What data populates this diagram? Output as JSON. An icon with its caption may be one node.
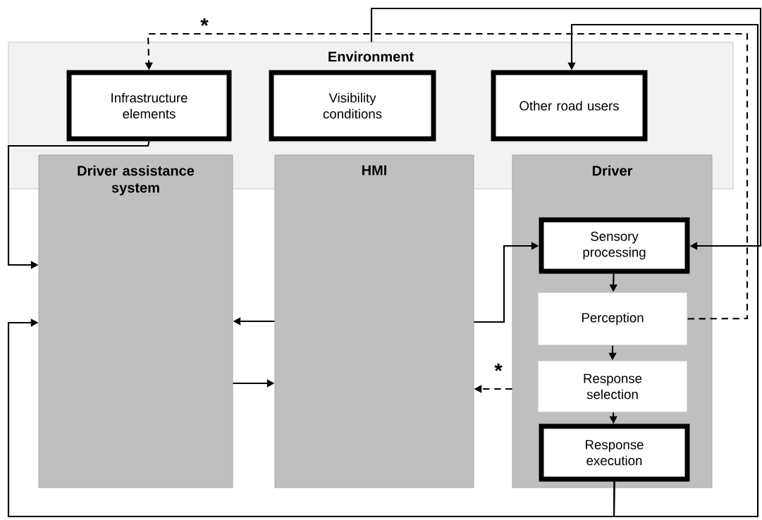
{
  "diagram": {
    "nodes": [
      {
        "text": [
          "Environment"
        ]
      },
      {
        "text": [
          "Infrastructure elements"
        ],
        "in": 0
      },
      {
        "text": [
          "Visibility conditions"
        ],
        "in": 0
      },
      {
        "text": [
          "Other road users"
        ],
        "in": 0
      },
      {
        "text": [
          "Driver assistance system"
        ]
      },
      {
        "text": [
          "HMI"
        ]
      },
      {
        "text": [
          "Driver"
        ]
      },
      {
        "text": [
          "Sensory processing"
        ],
        "in": 6
      },
      {
        "text": [
          "Perception"
        ],
        "in": 6
      },
      {
        "text": [
          "Response selection"
        ],
        "in": 6
      },
      {
        "text": [
          "Response execution"
        ],
        "in": 6
      }
    ],
    "edges": [
      {
        "from": 1,
        "to": 4,
        "arrow": "to"
      },
      {
        "from": 10,
        "to": 4,
        "arrow": "to"
      },
      {
        "from": 10,
        "to": 3,
        "arrow": "to"
      },
      {
        "from": 0,
        "to": 7,
        "arrow": "to"
      },
      {
        "from": 8,
        "to": 1,
        "arrow": "to",
        "style": "dashed",
        "label": "*"
      },
      {
        "from": 5,
        "to": 4,
        "arrow": "to"
      },
      {
        "from": 4,
        "to": 5,
        "arrow": "to"
      },
      {
        "from": 5,
        "to": 7,
        "arrow": "to"
      },
      {
        "from": 6,
        "to": 5,
        "arrow": "to",
        "style": "dashed",
        "label": "*"
      },
      {
        "from": 7,
        "to": 8,
        "arrow": "to"
      },
      {
        "from": 8,
        "to": 9,
        "arrow": "to"
      },
      {
        "from": 9,
        "to": 10,
        "arrow": "to"
      }
    ]
  }
}
